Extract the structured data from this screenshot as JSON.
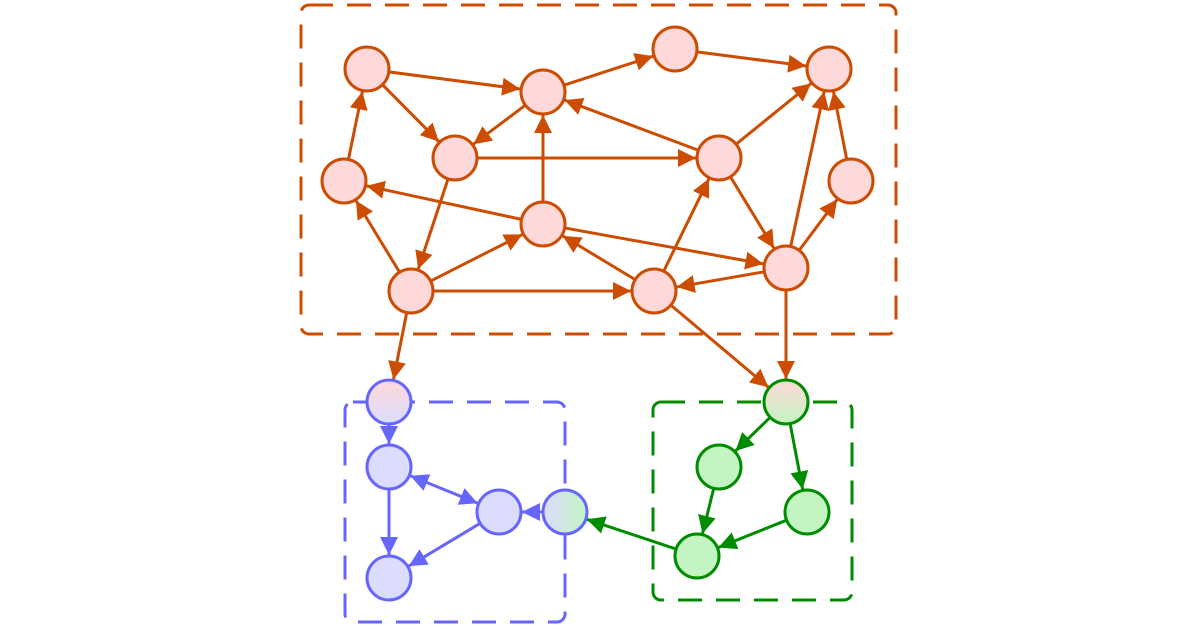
{
  "colors": {
    "orange_stroke": "#cc4c02",
    "orange_fill": "#ffd9d9",
    "blue_stroke": "#6666ff",
    "blue_fill": "#dcdcff",
    "green_stroke": "#008c00",
    "green_fill": "#c2f5c2"
  },
  "groups": [
    {
      "id": "orange",
      "color": "orange"
    },
    {
      "id": "blue",
      "color": "blue"
    },
    {
      "id": "green",
      "color": "green"
    }
  ],
  "nodes": [
    {
      "id": "A",
      "group": "orange"
    },
    {
      "id": "B",
      "group": "orange"
    },
    {
      "id": "C",
      "group": "orange"
    },
    {
      "id": "D",
      "group": "orange"
    },
    {
      "id": "E",
      "group": "orange"
    },
    {
      "id": "F",
      "group": "orange"
    },
    {
      "id": "G",
      "group": "orange"
    },
    {
      "id": "H",
      "group": "orange"
    },
    {
      "id": "I",
      "group": "orange"
    },
    {
      "id": "J",
      "group": "orange"
    },
    {
      "id": "K",
      "group": "orange"
    },
    {
      "id": "L",
      "group": "orange"
    },
    {
      "id": "M",
      "group": "blue",
      "gradient": "orange-blue"
    },
    {
      "id": "N",
      "group": "blue"
    },
    {
      "id": "O",
      "group": "blue"
    },
    {
      "id": "P",
      "group": "blue",
      "gradient": "blue-green"
    },
    {
      "id": "Q",
      "group": "blue"
    },
    {
      "id": "R",
      "group": "green",
      "gradient": "orange-green"
    },
    {
      "id": "S",
      "group": "green"
    },
    {
      "id": "T",
      "group": "green"
    },
    {
      "id": "U",
      "group": "green"
    }
  ],
  "edges": [
    {
      "from": "A",
      "to": "B",
      "color": "orange"
    },
    {
      "from": "A",
      "to": "E",
      "color": "orange"
    },
    {
      "from": "G",
      "to": "A",
      "color": "orange"
    },
    {
      "from": "B",
      "to": "E",
      "color": "orange"
    },
    {
      "from": "B",
      "to": "C",
      "color": "orange"
    },
    {
      "from": "C",
      "to": "D",
      "color": "orange"
    },
    {
      "from": "E",
      "to": "F",
      "color": "orange"
    },
    {
      "from": "E",
      "to": "J",
      "color": "orange"
    },
    {
      "from": "I",
      "to": "B",
      "color": "orange"
    },
    {
      "from": "I",
      "to": "G",
      "color": "orange"
    },
    {
      "from": "I",
      "to": "L",
      "color": "orange"
    },
    {
      "from": "F",
      "to": "B",
      "color": "orange"
    },
    {
      "from": "F",
      "to": "D",
      "color": "orange"
    },
    {
      "from": "F",
      "to": "L",
      "color": "orange"
    },
    {
      "from": "H",
      "to": "D",
      "color": "orange"
    },
    {
      "from": "J",
      "to": "G",
      "color": "orange"
    },
    {
      "from": "J",
      "to": "I",
      "color": "orange"
    },
    {
      "from": "J",
      "to": "K",
      "color": "orange"
    },
    {
      "from": "K",
      "to": "I",
      "color": "orange"
    },
    {
      "from": "K",
      "to": "F",
      "color": "orange"
    },
    {
      "from": "L",
      "to": "K",
      "color": "orange"
    },
    {
      "from": "L",
      "to": "D",
      "color": "orange"
    },
    {
      "from": "L",
      "to": "H",
      "color": "orange"
    },
    {
      "from": "J",
      "to": "M",
      "color": "orange"
    },
    {
      "from": "K",
      "to": "R",
      "color": "orange"
    },
    {
      "from": "L",
      "to": "R",
      "color": "orange"
    },
    {
      "from": "M",
      "to": "N",
      "color": "blue"
    },
    {
      "from": "N",
      "to": "O",
      "color": "blue",
      "bidirectional": true
    },
    {
      "from": "N",
      "to": "Q",
      "color": "blue"
    },
    {
      "from": "O",
      "to": "Q",
      "color": "blue"
    },
    {
      "from": "P",
      "to": "O",
      "color": "blue"
    },
    {
      "from": "R",
      "to": "S",
      "color": "green"
    },
    {
      "from": "R",
      "to": "T",
      "color": "green"
    },
    {
      "from": "S",
      "to": "U",
      "color": "green"
    },
    {
      "from": "T",
      "to": "U",
      "color": "green"
    },
    {
      "from": "U",
      "to": "P",
      "color": "green"
    }
  ]
}
